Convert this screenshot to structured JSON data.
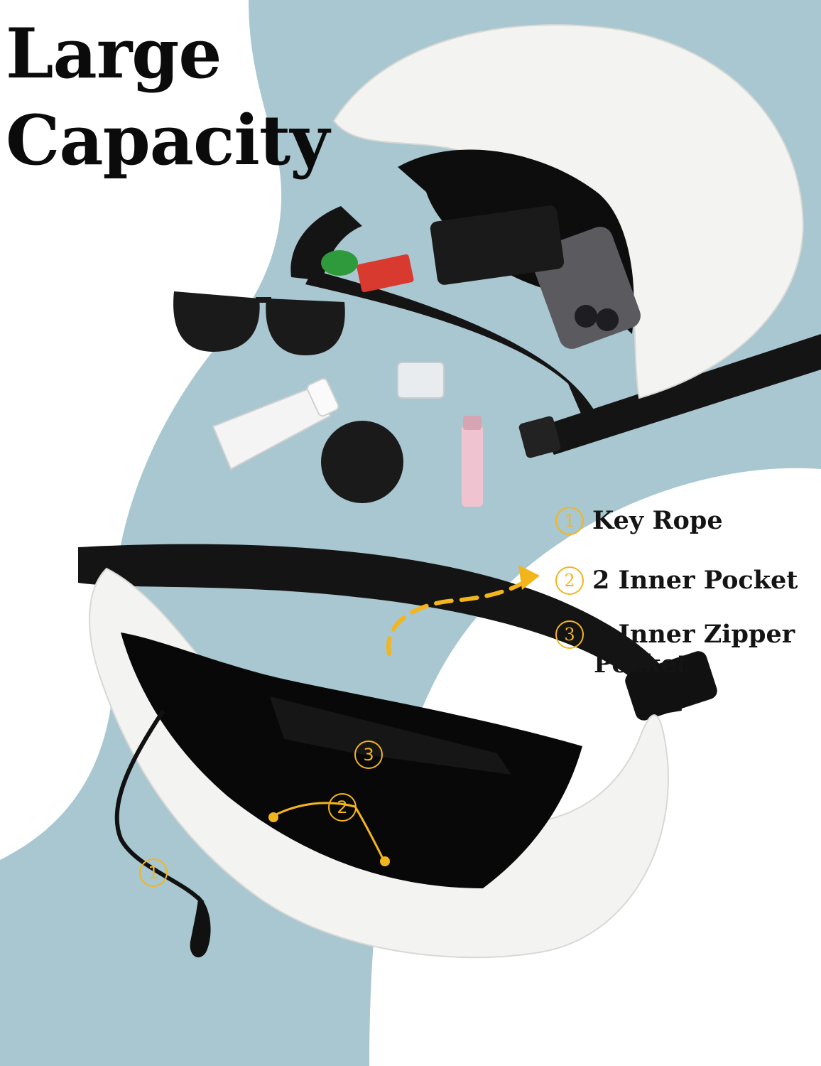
{
  "title": {
    "line1": "Large",
    "line2": "Capacity"
  },
  "features": [
    {
      "number": "1",
      "label": "Key Rope"
    },
    {
      "number": "2",
      "label": "2 Inner Pocket"
    },
    {
      "number": "3",
      "label": "1 Inner Zipper",
      "label2": "Pocket"
    }
  ],
  "markers": {
    "key_rope": "1",
    "inner_pocket": "2",
    "zipper_pocket": "3"
  },
  "colors": {
    "accent": "#f3b51c",
    "background_blue": "#a9c7d0",
    "bag_white": "#f3f3f1",
    "strap_black": "#111111"
  }
}
